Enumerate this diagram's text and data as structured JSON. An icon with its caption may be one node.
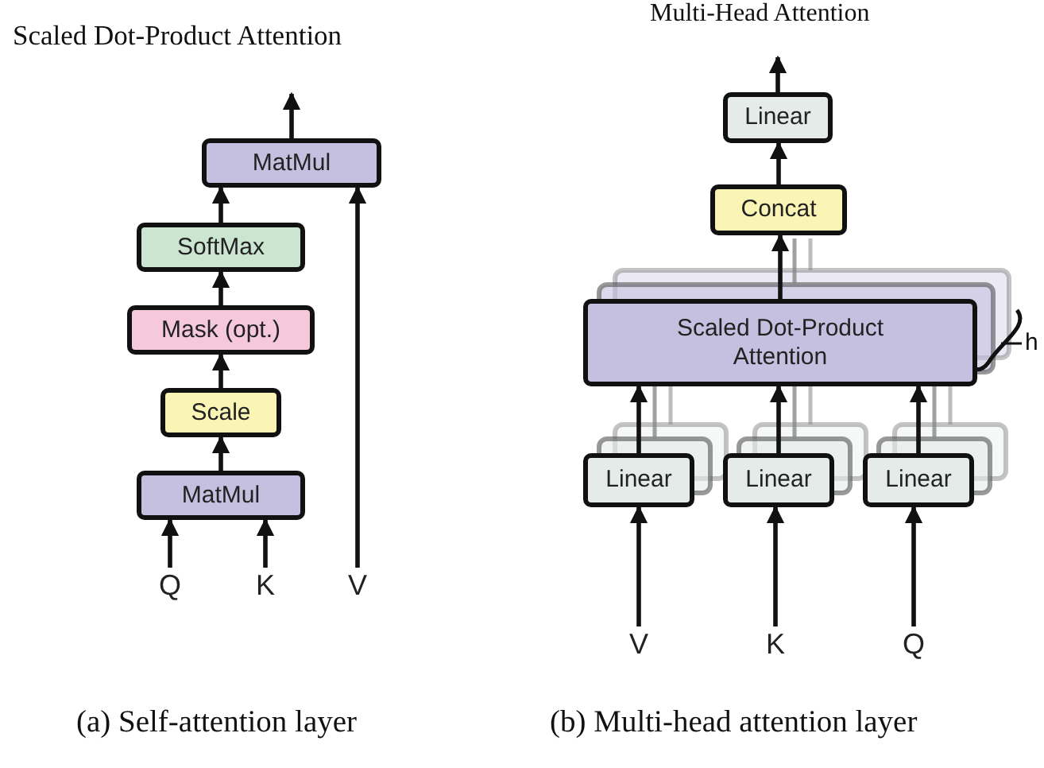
{
  "diagram": {
    "nodes": [
      {
        "text": [
          "MatMul"
        ]
      },
      {
        "text": [
          "SoftMax"
        ]
      },
      {
        "text": [
          "Mask (opt.)"
        ]
      },
      {
        "text": [
          "Scale"
        ]
      },
      {
        "text": [
          "MatMul"
        ]
      },
      {
        "text": [
          "Q"
        ]
      },
      {
        "text": [
          "K"
        ]
      },
      {
        "text": [
          "V"
        ]
      },
      {
        "text": [
          "Linear"
        ]
      },
      {
        "text": [
          "Concat"
        ]
      },
      {
        "text": [
          "Scaled Dot-Product Attention"
        ]
      },
      {
        "text": [
          "Linear"
        ]
      },
      {
        "text": [
          "Linear"
        ]
      },
      {
        "text": [
          "Linear"
        ]
      },
      {
        "text": [
          "V"
        ]
      },
      {
        "text": [
          "K"
        ]
      },
      {
        "text": [
          "Q"
        ]
      }
    ],
    "edges": [
      {
        "from": 0,
        "to": null,
        "arrow": "to"
      },
      {
        "from": 1,
        "to": 0,
        "arrow": "to"
      },
      {
        "from": 2,
        "to": 1,
        "arrow": "to"
      },
      {
        "from": 3,
        "to": 2,
        "arrow": "to"
      },
      {
        "from": 4,
        "to": 3,
        "arrow": "to"
      },
      {
        "from": 5,
        "to": 4,
        "arrow": "to"
      },
      {
        "from": 6,
        "to": 4,
        "arrow": "to"
      },
      {
        "from": 7,
        "to": 0,
        "arrow": "to"
      },
      {
        "from": 8,
        "to": null,
        "arrow": "to"
      },
      {
        "from": 9,
        "to": 8,
        "arrow": "to"
      },
      {
        "from": 10,
        "to": 9,
        "arrow": "to"
      },
      {
        "from": 11,
        "to": 10,
        "arrow": "to"
      },
      {
        "from": 12,
        "to": 10,
        "arrow": "to"
      },
      {
        "from": 13,
        "to": 10,
        "arrow": "to"
      },
      {
        "from": 14,
        "to": 11,
        "arrow": "to"
      },
      {
        "from": 15,
        "to": 12,
        "arrow": "to"
      },
      {
        "from": 16,
        "to": 13,
        "arrow": "to"
      }
    ],
    "labels": [
      "Scaled Dot-Product Attention",
      "Multi-Head Attention",
      "h",
      "(a) Self-attention layer",
      "(b) Multi-head attention layer"
    ]
  }
}
